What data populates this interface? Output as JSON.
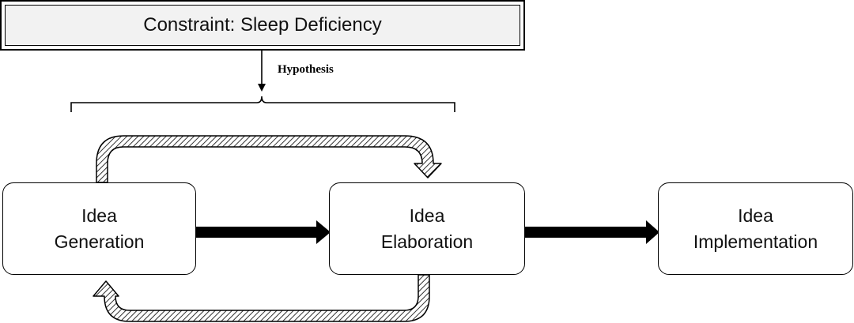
{
  "constraint": {
    "label": "Constraint: Sleep Deficiency"
  },
  "hypothesis_label": "Hypothesis",
  "stages": [
    {
      "line1": "Idea",
      "line2": "Generation"
    },
    {
      "line1": "Idea",
      "line2": "Elaboration"
    },
    {
      "line1": "Idea",
      "line2": "Implementation"
    }
  ]
}
